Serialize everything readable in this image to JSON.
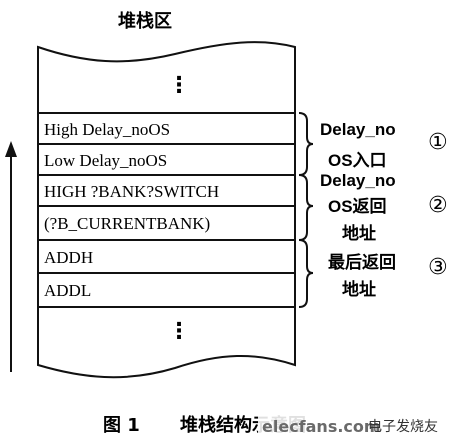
{
  "stack": {
    "title": "堆栈区",
    "ellipsis_top": "⋮",
    "ellipsis_bottom": "⋮",
    "rows": [
      "High Delay_noOS",
      "Low Delay_noOS",
      "HIGH ?BANK?SWITCH",
      "(?B_CURRENTBANK)",
      "ADDH",
      "ADDL"
    ]
  },
  "annotations": [
    {
      "lines": [
        "Delay_no",
        "OS入口"
      ],
      "marker": "①"
    },
    {
      "lines": [
        "Delay_no",
        "OS返回",
        "地址"
      ],
      "marker": "②"
    },
    {
      "lines": [
        "最后返回",
        "地址"
      ],
      "marker": "③"
    }
  ],
  "caption": {
    "figure": "图 1",
    "title": "堆栈结构示意图"
  },
  "watermark": {
    "site": "elecfans.com",
    "brand": "电子发烧友"
  },
  "colors": {
    "ink": "#111111",
    "background": "#ffffff",
    "watermark_site": "#6a6a6a"
  }
}
